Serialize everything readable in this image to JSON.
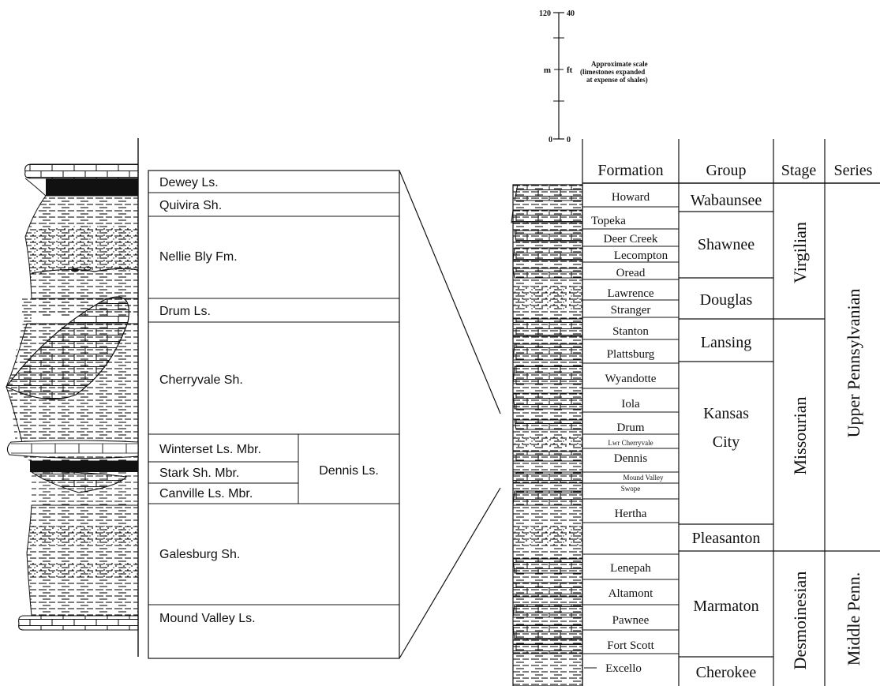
{
  "colors": {
    "ink": "#111111",
    "paper": "#ffffff",
    "coal": "#111111"
  },
  "scale": {
    "top_m": "120",
    "top_ft": "40",
    "bottom_m": "0",
    "bottom_ft": "0",
    "unit_m": "m",
    "unit_ft": "ft",
    "note_line1": "Approximate scale",
    "note_line2": "(limestones expanded",
    "note_line3": "at expense of shales)"
  },
  "detail": {
    "units": [
      {
        "name": "Dewey Ls."
      },
      {
        "name": "Quivira Sh."
      },
      {
        "name": "Nellie Bly Fm."
      },
      {
        "name": "Drum Ls."
      },
      {
        "name": "Cherryvale Sh."
      },
      {
        "name": "Winterset Ls. Mbr."
      },
      {
        "name": "Stark Sh. Mbr."
      },
      {
        "name": "Canville Ls. Mbr."
      },
      {
        "name": "Galesburg Sh."
      },
      {
        "name": "Mound Valley Ls."
      }
    ],
    "parent_formation": "Dennis Ls."
  },
  "column": {
    "headers": {
      "formation": "Formation",
      "group": "Group",
      "stage": "Stage",
      "series": "Series"
    },
    "formations": [
      {
        "name": "Howard"
      },
      {
        "name": "Topeka"
      },
      {
        "name": "Deer Creek"
      },
      {
        "name": "Lecompton"
      },
      {
        "name": "Oread"
      },
      {
        "name": "Lawrence"
      },
      {
        "name": "Stranger"
      },
      {
        "name": "Stanton"
      },
      {
        "name": "Plattsburg"
      },
      {
        "name": "Wyandotte"
      },
      {
        "name": "Iola"
      },
      {
        "name": "Drum"
      },
      {
        "name": "Lwr Cherryvale"
      },
      {
        "name": "Dennis"
      },
      {
        "name": "Mound Valley"
      },
      {
        "name": "Swope"
      },
      {
        "name": "Hertha"
      },
      {
        "name": "Lenepah"
      },
      {
        "name": "Altamont"
      },
      {
        "name": "Pawnee"
      },
      {
        "name": "Fort Scott"
      },
      {
        "name": "Excello"
      }
    ],
    "groups": [
      {
        "name": "Wabaunsee"
      },
      {
        "name": "Shawnee"
      },
      {
        "name": "Douglas"
      },
      {
        "name": "Lansing"
      },
      {
        "name": "Kansas"
      },
      {
        "name": "City"
      },
      {
        "name": "Pleasanton"
      },
      {
        "name": "Marmaton"
      },
      {
        "name": "Cherokee"
      }
    ],
    "stages": [
      {
        "name": "Virgilian"
      },
      {
        "name": "Missourian"
      },
      {
        "name": "Desmoinesian"
      }
    ],
    "series": [
      {
        "name": "Upper Pennsylvanian"
      },
      {
        "name": "Middle Penn."
      }
    ]
  }
}
